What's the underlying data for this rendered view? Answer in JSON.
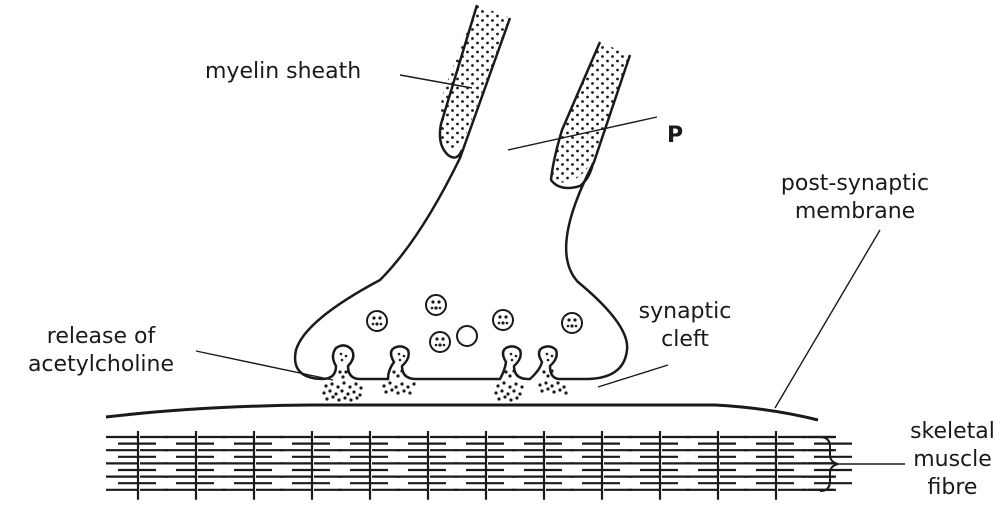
{
  "labels": {
    "myelin_sheath": "myelin sheath",
    "p": "P",
    "post_synaptic": [
      "post-synaptic",
      "membrane"
    ],
    "release": [
      "release of",
      "acetylcholine"
    ],
    "synaptic_cleft": [
      "synaptic",
      "cleft"
    ],
    "skeletal": [
      "skeletal",
      "muscle",
      "fibre"
    ]
  },
  "colors": {
    "ink": "#1a1a1a",
    "background": "#ffffff"
  }
}
